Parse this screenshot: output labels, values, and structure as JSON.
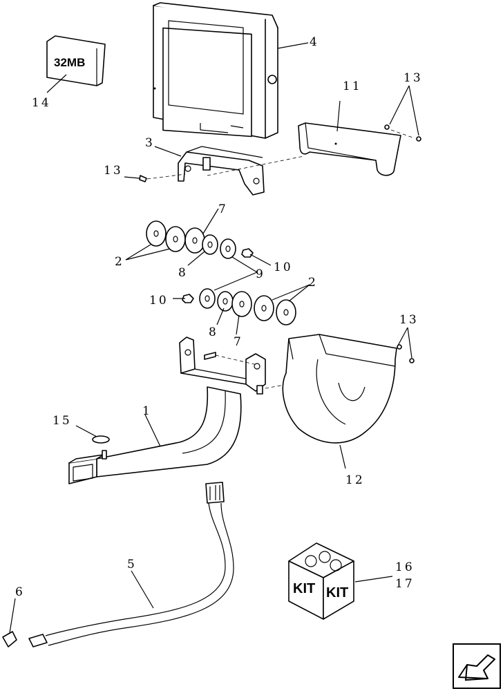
{
  "chip_label": "32MB",
  "kit_label": "KIT",
  "callouts": {
    "c1": "1",
    "c2a": "2",
    "c2b": "2",
    "c3": "3",
    "c4": "4",
    "c5": "5",
    "c6": "6",
    "c7a": "7",
    "c7b": "7",
    "c8a": "8",
    "c8b": "8",
    "c9": "9",
    "c10a": "10",
    "c10b": "10",
    "c11": "11",
    "c12": "12",
    "c13a": "13",
    "c13b": "13",
    "c13c": "13",
    "c14": "14",
    "c15": "15",
    "c16": "16",
    "c17": "17"
  },
  "nav_icon": "next-page-arrow-icon"
}
